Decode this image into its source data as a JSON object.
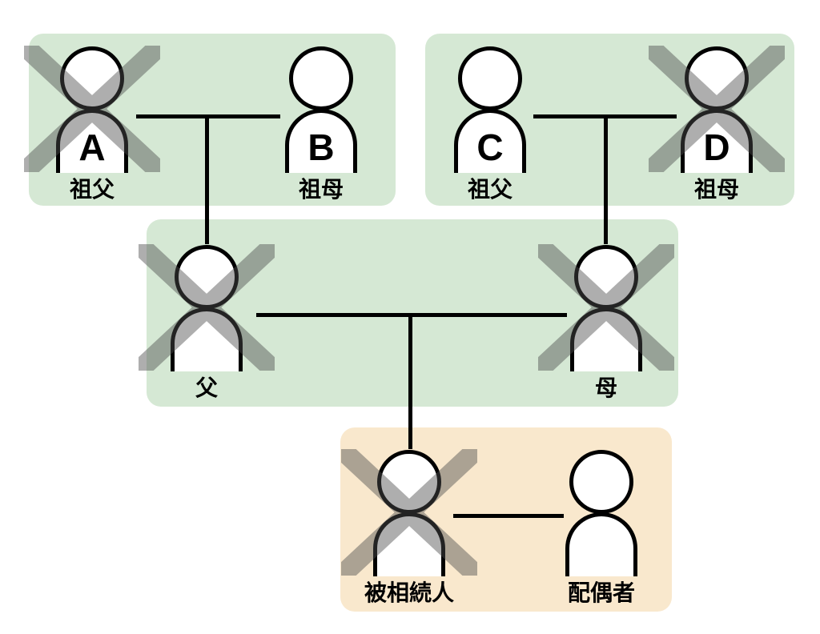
{
  "diagram_type": "family-inheritance-tree",
  "colors": {
    "group_green": "#D5E8D4",
    "group_orange": "#F9E8CD",
    "cross_gray": "#4E4E4E",
    "line_black": "#000000",
    "person_fill": "#FFFFFF"
  },
  "persons": [
    {
      "letter": "A",
      "label": "祖父",
      "deceased": true
    },
    {
      "letter": "B",
      "label": "祖母",
      "deceased": false
    },
    {
      "letter": "C",
      "label": "祖父",
      "deceased": false
    },
    {
      "letter": "D",
      "label": "祖母",
      "deceased": true
    },
    {
      "letter": "",
      "label": "父",
      "deceased": true
    },
    {
      "letter": "",
      "label": "母",
      "deceased": true
    },
    {
      "letter": "",
      "label": "被相続人",
      "deceased": true
    },
    {
      "letter": "",
      "label": "配偶者",
      "deceased": false
    }
  ]
}
